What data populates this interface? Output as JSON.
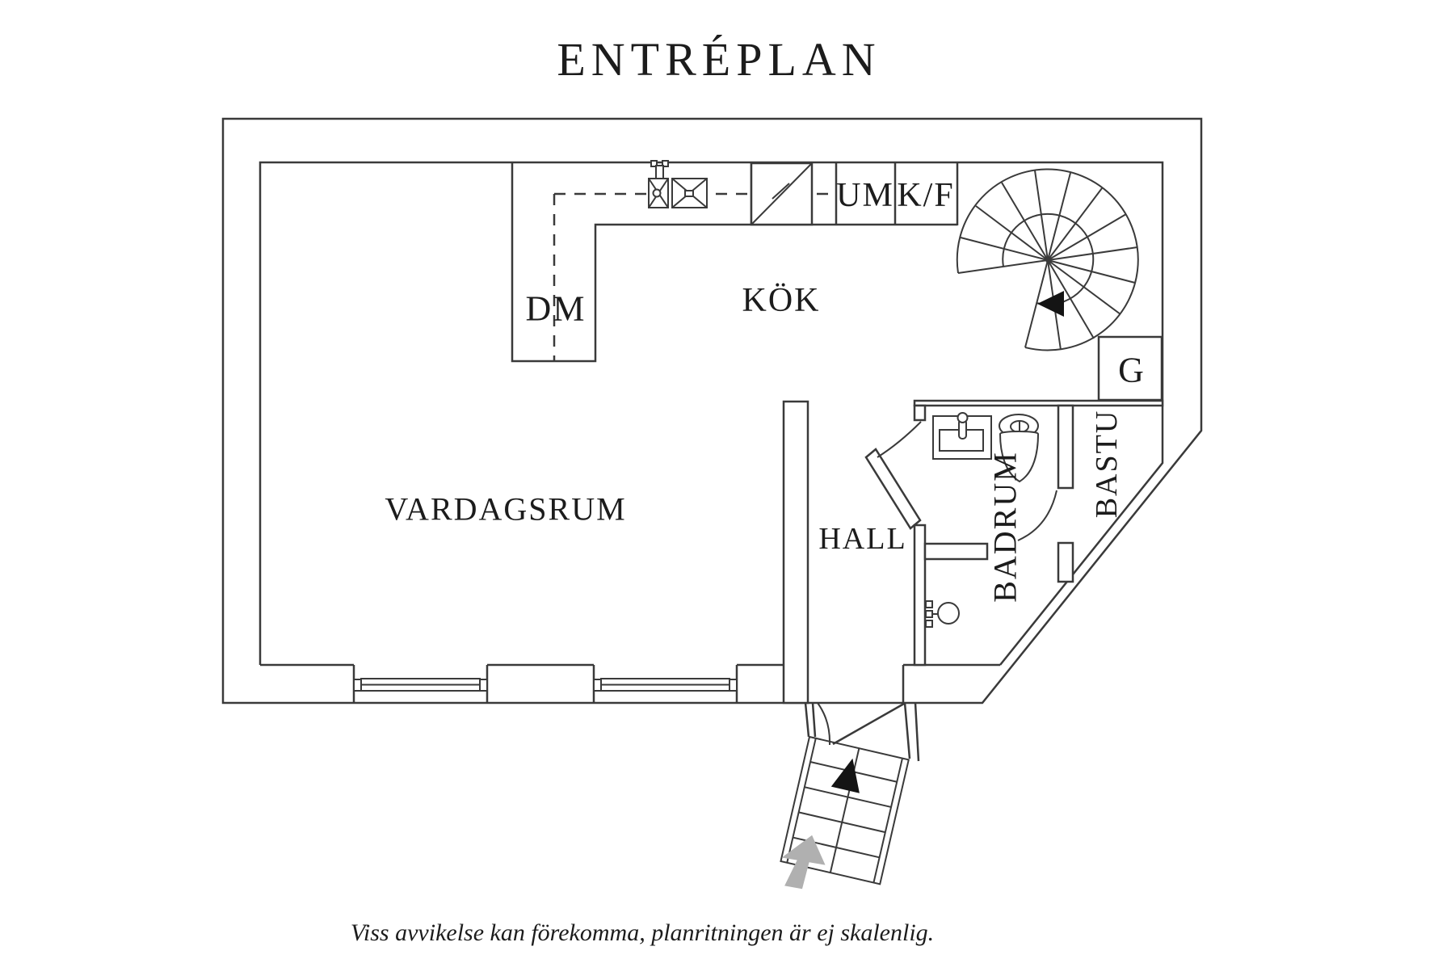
{
  "title": "ENTRÉPLAN",
  "footer": "Viss avvikelse kan förekomma, planritningen är ej skalenlig.",
  "rooms": {
    "living_room": "VARDAGSRUM",
    "kitchen": "KÖK",
    "hall": "HALL",
    "bathroom": "BADRUM",
    "sauna": "BASTU",
    "dishwasher": "DM",
    "washing_machine": "UM",
    "fridge_freezer": "K/F",
    "wardrobe": "G"
  },
  "colors": {
    "ink": "#3a3a3a",
    "text": "#1c1c1c",
    "arrow_black": "#141414",
    "arrow_gray": "#b0b0b0",
    "background": "#ffffff"
  }
}
